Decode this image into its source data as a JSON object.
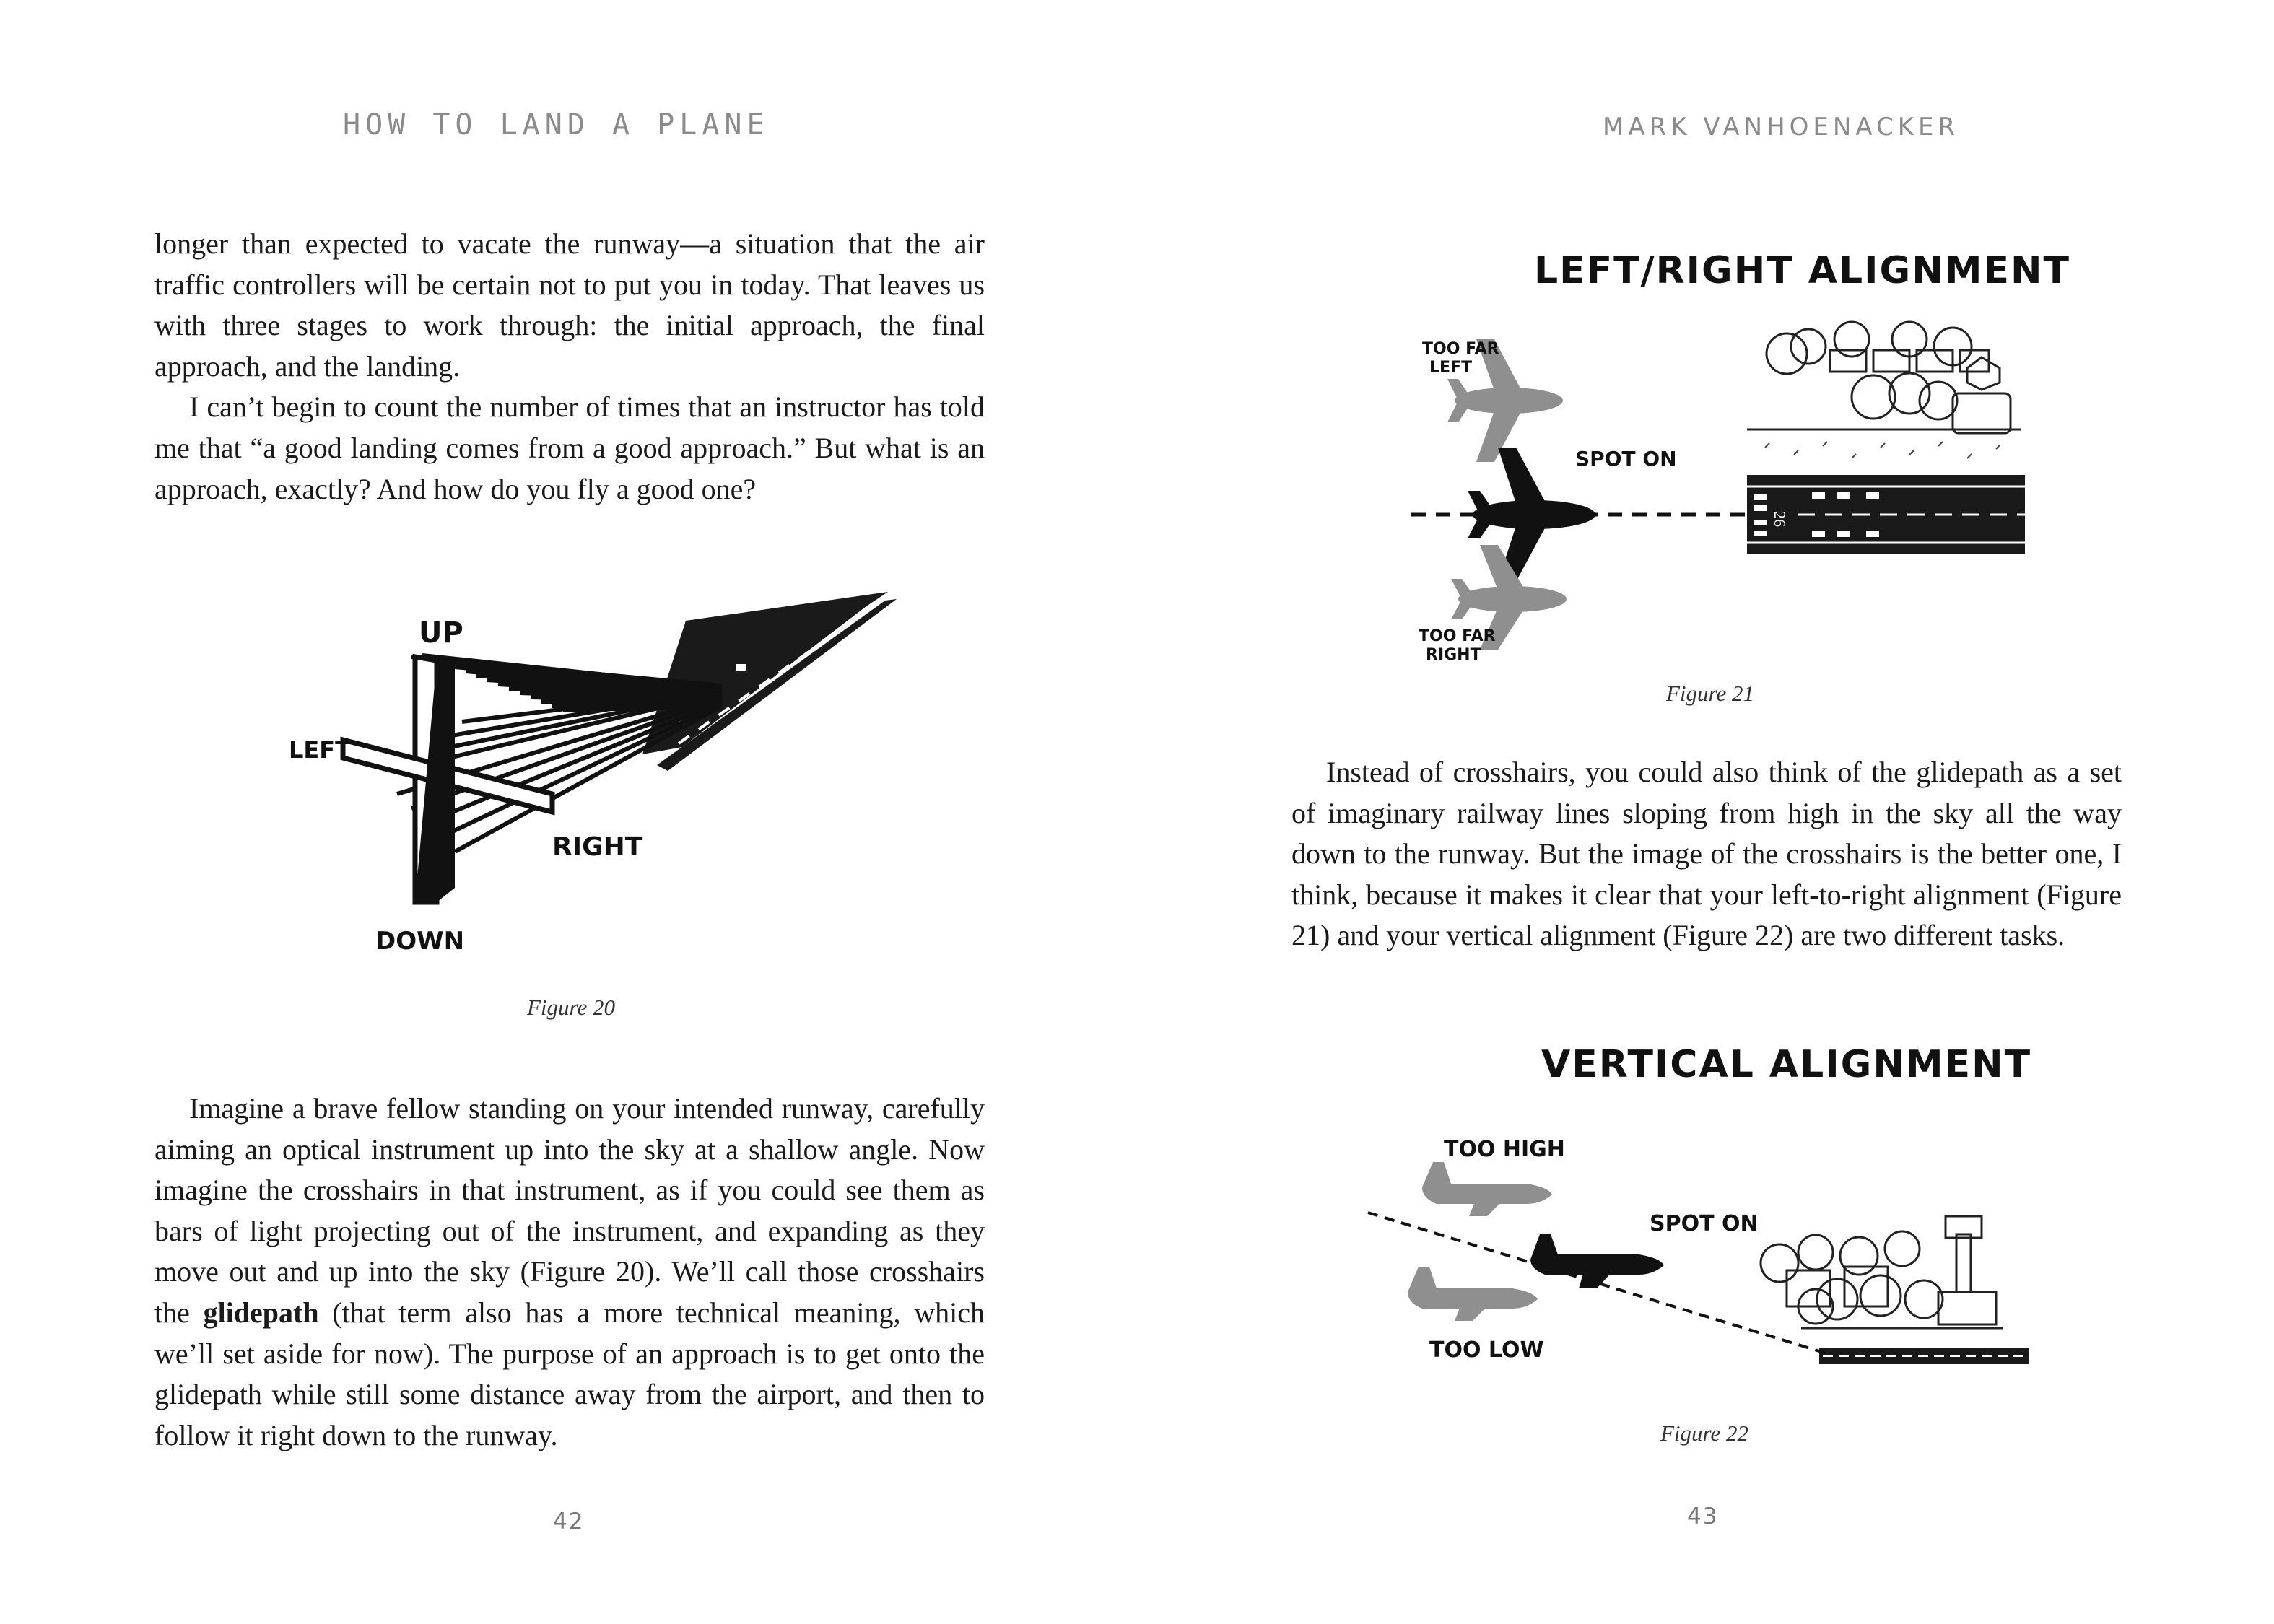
{
  "left_page": {
    "running_head": "HOW TO LAND A PLANE",
    "paragraph_1": "longer than expected to vacate the runway—a situation that the air traffic controllers will be certain not to put you in today. That leaves us with three stages to work through: the initial approach, the final approach, and the landing.",
    "paragraph_2": "I can’t begin to count the number of times that an instructor has told me that “a good landing comes from a good approach.” But what is an approach, exactly? And how do you fly a good one?",
    "figure_20": {
      "label_up": "UP",
      "label_left": "LEFT",
      "label_right": "RIGHT",
      "label_down": "DOWN",
      "caption": "Figure 20"
    },
    "paragraph_3_before": "Imagine a brave fellow standing on your intended runway, carefully aiming an optical instrument up into the sky at a shallow angle. Now imagine the crosshairs in that instrument, as if you could see them as bars of light projecting out of the instrument, and expanding as they move out and up into the sky (Figure 20). We’ll call those crosshairs the ",
    "paragraph_3_bold": "glidepath",
    "paragraph_3_after": " (that term also has a more technical meaning, which we’ll set aside for now). The purpose of an approach is to get onto the glidepath while still some distance away from the airport, and then to follow it right down to the runway.",
    "page_number": "42"
  },
  "right_page": {
    "running_head": "MARK VANHOENACKER",
    "figure_21": {
      "title": "LEFT/RIGHT ALIGNMENT",
      "label_too_far_left_1": "TOO FAR",
      "label_too_far_left_2": "LEFT",
      "label_spot_on": "SPOT ON",
      "label_too_far_right_1": "TOO FAR",
      "label_too_far_right_2": "RIGHT",
      "runway_number": "26",
      "caption": "Figure 21"
    },
    "paragraph_1": "Instead of crosshairs, you could also think of the glidepath as a set of imaginary railway lines sloping from high in the sky all the way down to the runway. But the image of the crosshairs is the better one, I think, because it makes it clear that your left-to-right alignment (Figure 21) and your vertical alignment (Figure 22) are two different tasks.",
    "figure_22": {
      "title": "VERTICAL ALIGNMENT",
      "label_too_high": "TOO HIGH",
      "label_spot_on": "SPOT ON",
      "label_too_low": "TOO LOW",
      "caption": "Figure 22"
    },
    "page_number": "43"
  },
  "colors": {
    "ink": "#111111",
    "grey_plane": "#8f8f8f",
    "running_head": "#8a8a8a"
  }
}
